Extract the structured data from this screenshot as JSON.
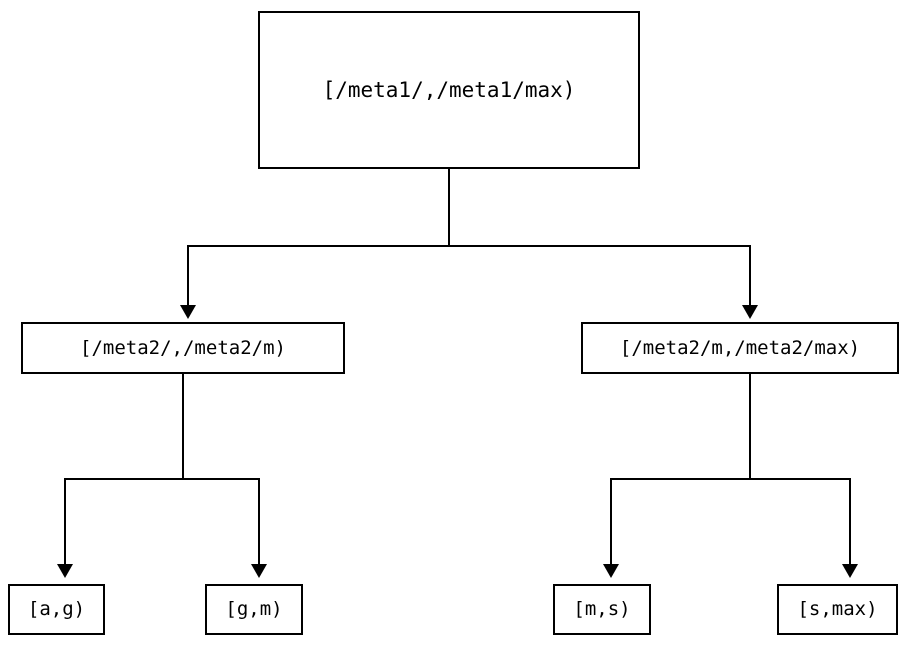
{
  "diagram": {
    "type": "binary-tree",
    "orientation": "top-down",
    "background_color": "#ffffff",
    "stroke_color": "#000000",
    "text_color": "#000000",
    "nodes": {
      "root": {
        "label": "[/meta1/,/meta1/max)",
        "level": 0
      },
      "mid_left": {
        "label": "[/meta2/,/meta2/m)",
        "level": 1
      },
      "mid_right": {
        "label": "[/meta2/m,/meta2/max)",
        "level": 1
      },
      "leaf_1": {
        "label": "[a,g)",
        "level": 2
      },
      "leaf_2": {
        "label": "[g,m)",
        "level": 2
      },
      "leaf_3": {
        "label": "[m,s)",
        "level": 2
      },
      "leaf_4": {
        "label": "[s,max)",
        "level": 2
      }
    }
  }
}
